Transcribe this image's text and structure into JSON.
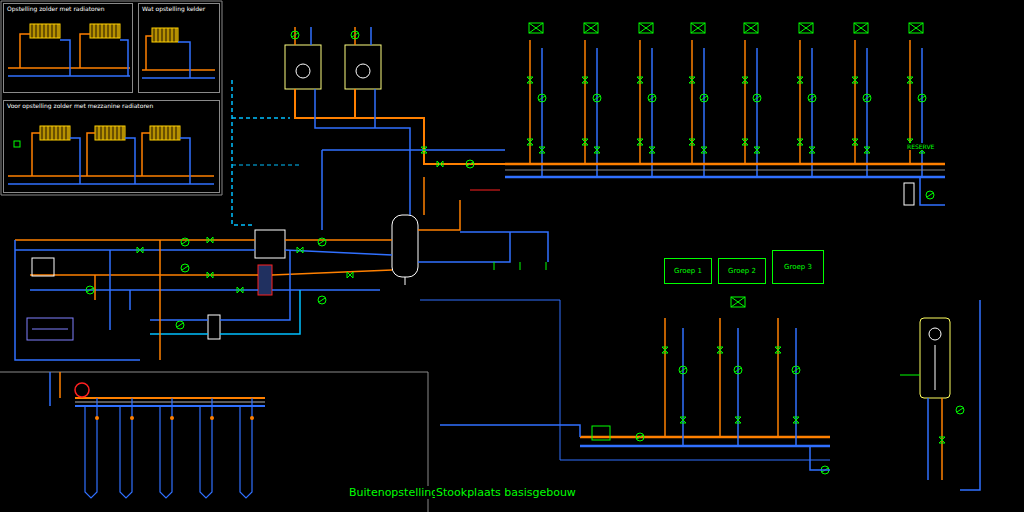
{
  "diagram": {
    "nodes": [
      {
        "text": [
          "Opstelling zolder met radiatoren"
        ]
      },
      {
        "text": [
          "Wat opstelling kelder"
        ]
      },
      {
        "text": [
          "Voor opstelling zolder met mezzanine radiatoren"
        ]
      },
      {
        "text": [
          "Groep 1"
        ]
      },
      {
        "text": [
          "Groep 2"
        ]
      },
      {
        "text": [
          "Groep 3"
        ]
      }
    ],
    "labels": [
      "Buitenopstelling",
      "Stookplaats basisgebouw",
      "RESERVE"
    ]
  }
}
